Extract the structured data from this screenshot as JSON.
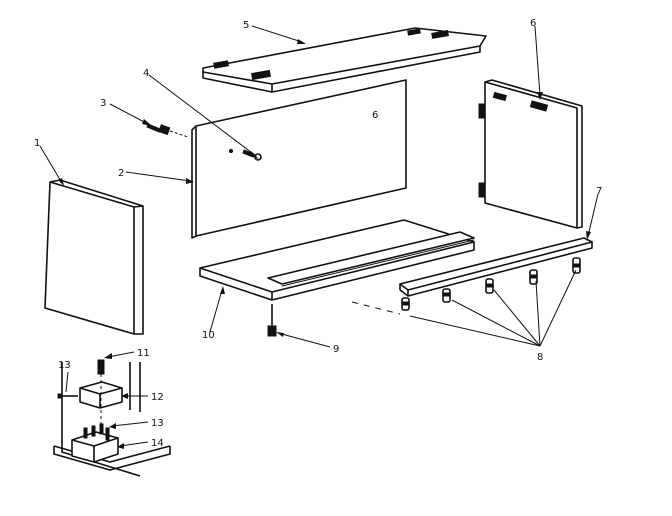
{
  "callouts": [
    "1",
    "2",
    "3",
    "4",
    "5",
    "6",
    "7",
    "8",
    "9",
    "10",
    "11",
    "12",
    "13",
    "13",
    "14"
  ],
  "panel_mark": "6"
}
